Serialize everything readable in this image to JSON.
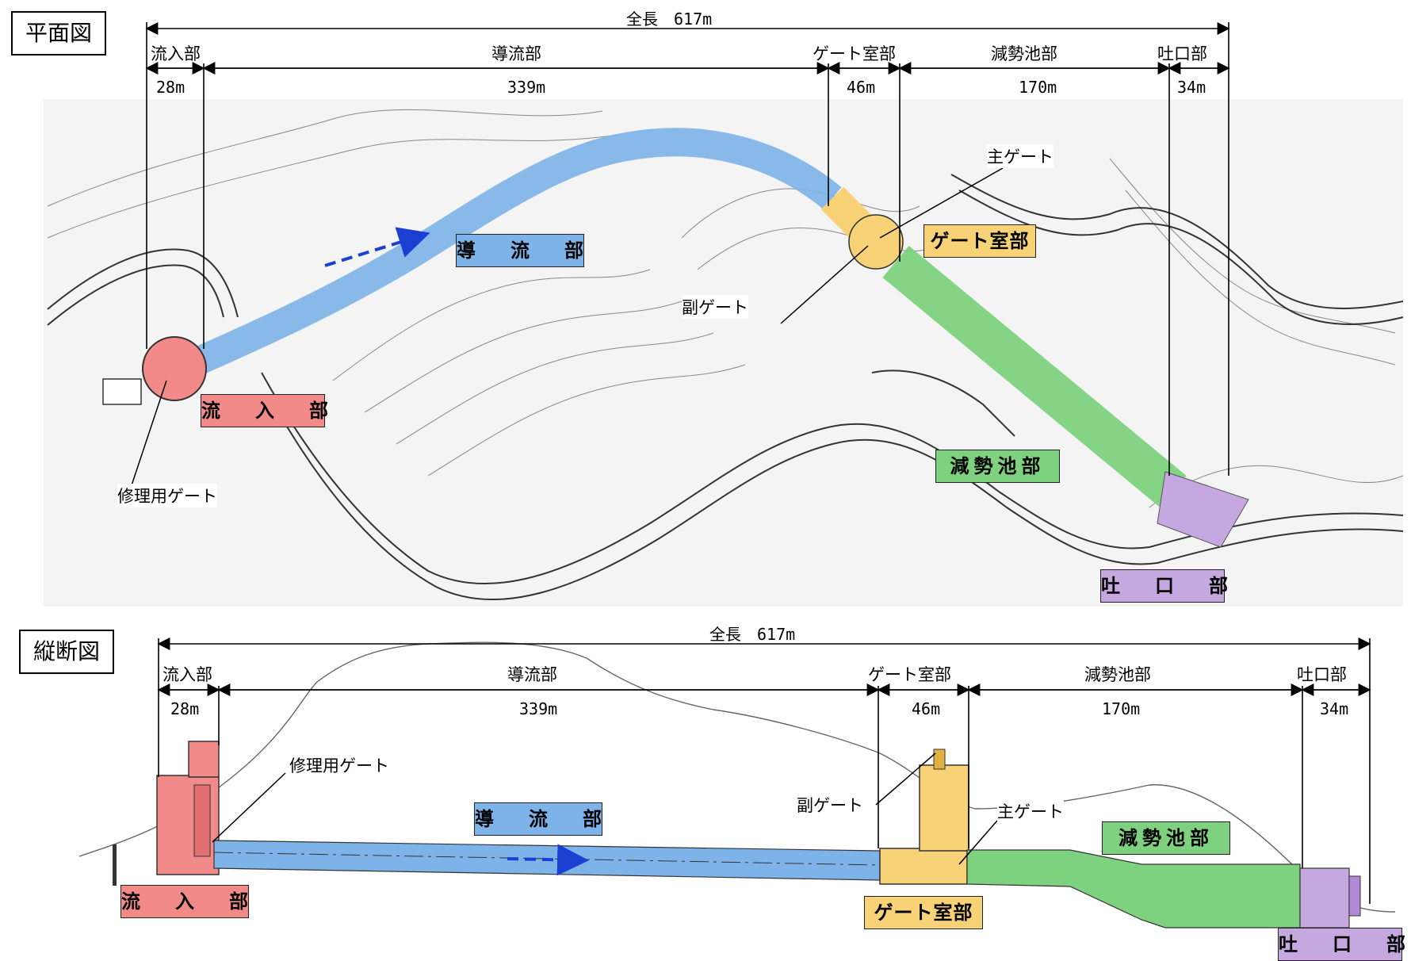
{
  "plan": {
    "title": "平面図",
    "total_length": "全長　617m",
    "sections": [
      {
        "name": "流入部",
        "length": "28m"
      },
      {
        "name": "導流部",
        "length": "339m"
      },
      {
        "name": "ゲート室部",
        "length": "46m"
      },
      {
        "name": "減勢池部",
        "length": "170m"
      },
      {
        "name": "吐口部",
        "length": "34m"
      }
    ],
    "labels": {
      "inlet": "流　入　部",
      "channel": "導　流　部",
      "gate_room": "ゲート室部",
      "stilling_basin": "減勢池部",
      "outlet": "吐　口　部"
    },
    "callouts": {
      "main_gate": "主ゲート",
      "sub_gate": "副ゲート",
      "repair_gate": "修理用ゲート"
    }
  },
  "profile": {
    "title": "縦断図",
    "total_length": "全長　617m",
    "sections": [
      {
        "name": "流入部",
        "length": "28m"
      },
      {
        "name": "導流部",
        "length": "339m"
      },
      {
        "name": "ゲート室部",
        "length": "46m"
      },
      {
        "name": "減勢池部",
        "length": "170m"
      },
      {
        "name": "吐口部",
        "length": "34m"
      }
    ],
    "labels": {
      "inlet": "流　入　部",
      "channel": "導　流　部",
      "gate_room": "ゲート室部",
      "stilling_basin": "減勢池部",
      "outlet": "吐　口　部"
    },
    "callouts": {
      "repair_gate": "修理用ゲート",
      "sub_gate": "副ゲート",
      "main_gate": "主ゲート"
    }
  },
  "colors": {
    "inlet": "#f28a8a",
    "channel": "#7db3e8",
    "gate_room": "#f7d276",
    "stilling_basin": "#7ed17e",
    "outlet": "#c5a8e0"
  }
}
